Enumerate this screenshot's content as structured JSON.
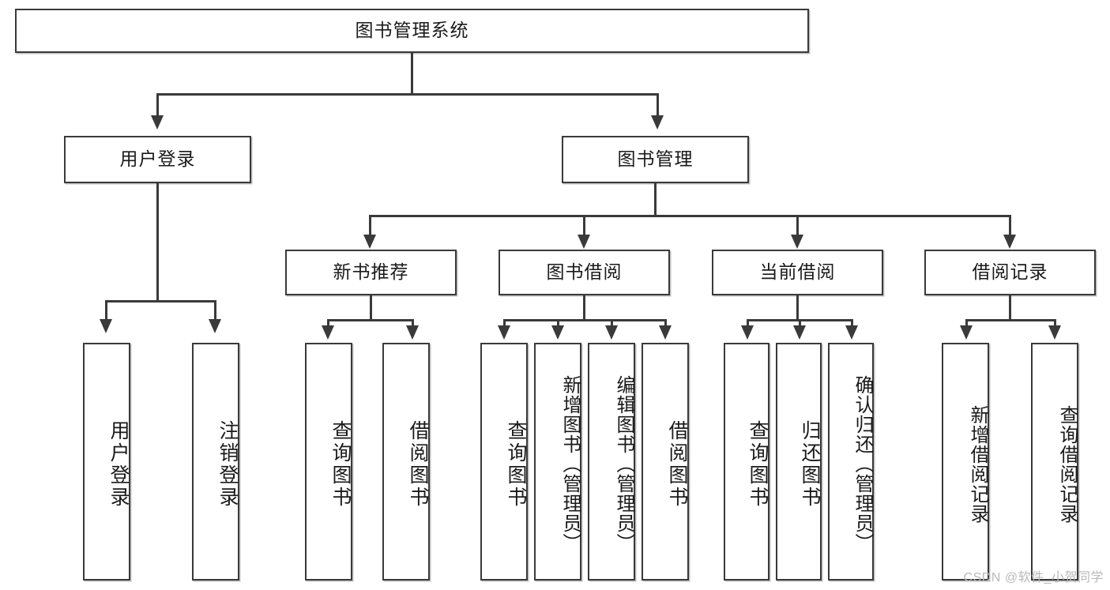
{
  "diagram": {
    "title": "图书管理系统",
    "watermark": "CSDN @软件_小贺同学",
    "root": {
      "label": "图书管理系统"
    },
    "level2": [
      {
        "label": "用户登录"
      },
      {
        "label": "图书管理"
      }
    ],
    "level3": [
      {
        "label": "新书推荐"
      },
      {
        "label": "图书借阅"
      },
      {
        "label": "当前借阅"
      },
      {
        "label": "借阅记录"
      }
    ],
    "leaves": {
      "user_login": [
        {
          "label": "用户登录"
        },
        {
          "label": "注销登录"
        }
      ],
      "new_book_recommend": [
        {
          "label": "查询图书"
        },
        {
          "label": "借阅图书"
        }
      ],
      "book_borrow": [
        {
          "label": "查询图书"
        },
        {
          "label": "新增图书（管理员）"
        },
        {
          "label": "编辑图书（管理员）"
        },
        {
          "label": "借阅图书"
        }
      ],
      "current_borrow": [
        {
          "label": "查询图书"
        },
        {
          "label": "归还图书"
        },
        {
          "label": "确认归还（管理员）"
        }
      ],
      "borrow_record": [
        {
          "label": "新增借阅记录"
        },
        {
          "label": "查询借阅记录"
        }
      ]
    },
    "colors": {
      "stroke": "#3a3a3a",
      "fill": "#ffffff",
      "text": "#1a1a1a",
      "watermark": "#b9b9b9"
    }
  }
}
